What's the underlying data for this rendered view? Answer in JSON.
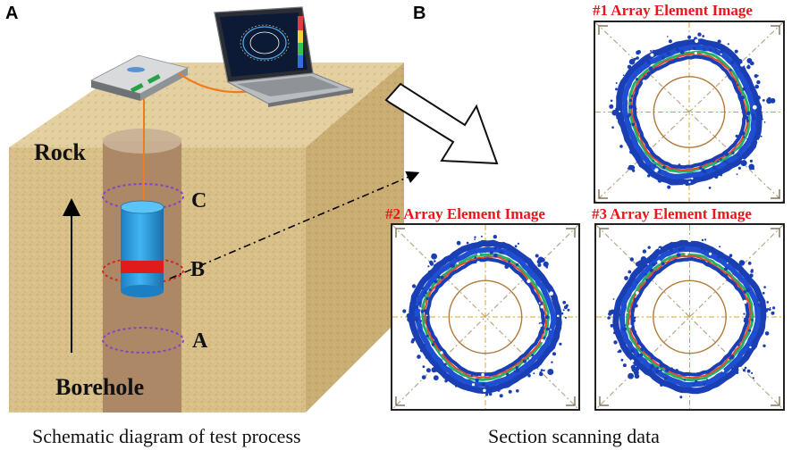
{
  "panels": {
    "a_label": "A",
    "b_label": "B"
  },
  "left": {
    "rock_label": "Rock",
    "borehole_label": "Borehole",
    "level_c": "C",
    "level_b": "B",
    "level_a": "A",
    "caption": "Schematic diagram of test process"
  },
  "right": {
    "images": [
      {
        "title": "#1 Array Element Image"
      },
      {
        "title": "#2 Array Element Image"
      },
      {
        "title": "#3 Array Element Image"
      }
    ],
    "caption": "Section scanning data"
  },
  "colors": {
    "soil": "#d8c08a",
    "borehole": "#a07c5c",
    "probe": "#2f9fe0",
    "probe_band": "#e11b1b",
    "cable": "#f07a20",
    "title_red": "#e8161c",
    "scan_blue": "#1a3fb4"
  }
}
